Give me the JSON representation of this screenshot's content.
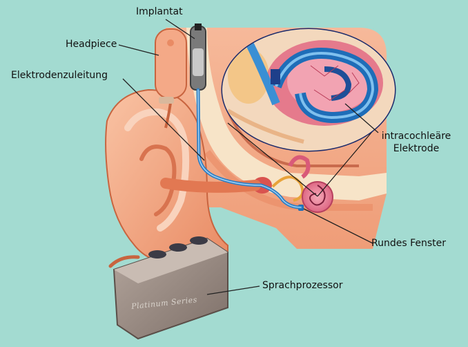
{
  "labels": {
    "implantat": "Implantat",
    "headpiece": "Headpiece",
    "elektrodenzuleitung": "Elektrodenzuleitung",
    "intracochleaere_line1": "intracochleäre",
    "intracochleaere_line2": "Elektrode",
    "rundes_fenster": "Rundes Fenster",
    "sprachprozessor": "Sprachprozessor"
  },
  "device_brand": "Platinum Series",
  "colors": {
    "background": "#a3dbd1",
    "skin": "#f4a987",
    "skin_dark": "#e0845e",
    "electrode_blue": "#3a8fd4",
    "processor_grey": "#9c8e86",
    "leader_line": "#222222"
  }
}
